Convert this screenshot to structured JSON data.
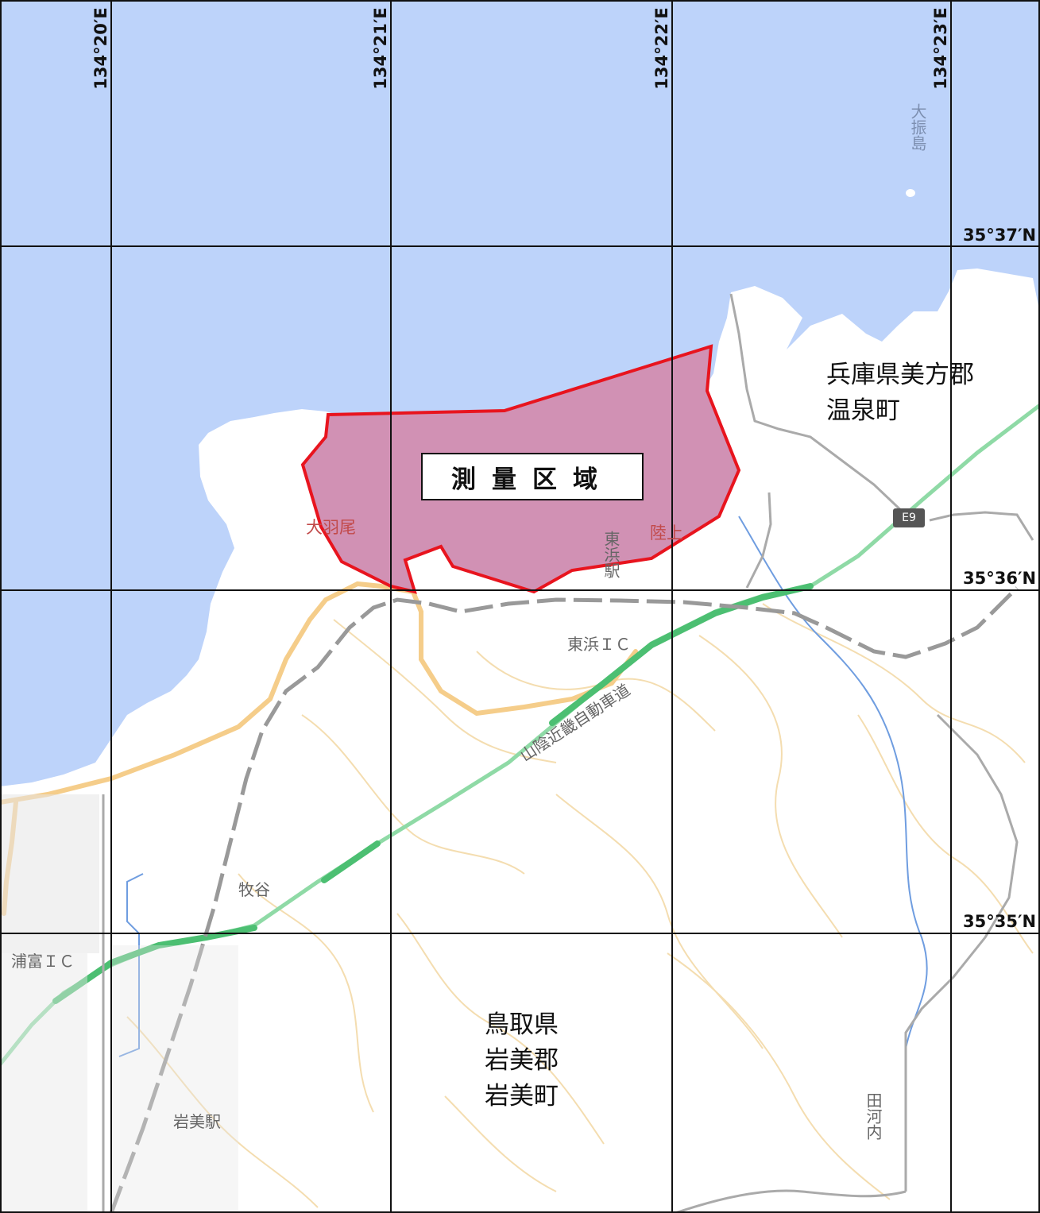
{
  "map": {
    "colors": {
      "sea": "#bdd3fa",
      "land": "#ffffff",
      "survey_fill": "#d191b4",
      "survey_border": "#e8141e",
      "expressway": "#8fdaa6",
      "road": "#f5cd8a",
      "railway": "#999999",
      "contour": "#f4ddb0",
      "river": "#6f9de0"
    },
    "grid": {
      "longitudes": [
        "134°20′E",
        "134°21′E",
        "134°22′E",
        "134°23′E"
      ],
      "latitudes": [
        "35°37′N",
        "35°36′N",
        "35°35′N"
      ]
    },
    "survey_area": {
      "label": "測量区域"
    },
    "admin": {
      "hyogo": [
        "兵庫県美方郡",
        "温泉町"
      ],
      "tottori": [
        "鳥取県",
        "岩美郡",
        "岩美町"
      ]
    },
    "places": {
      "ohaneo": "大羽尾",
      "rikujo": "陸上",
      "higashihama_station": "東浜駅",
      "higashihama_ic": "東浜ＩＣ",
      "makidani": "牧谷",
      "uradome_ic": "浦富ＩＣ",
      "iwami_station": "岩美駅",
      "tagouchi": "田河内",
      "ofurijima": "大振島",
      "expressway_name": "山陰近畿自動車道",
      "route_shield": "E9"
    }
  }
}
